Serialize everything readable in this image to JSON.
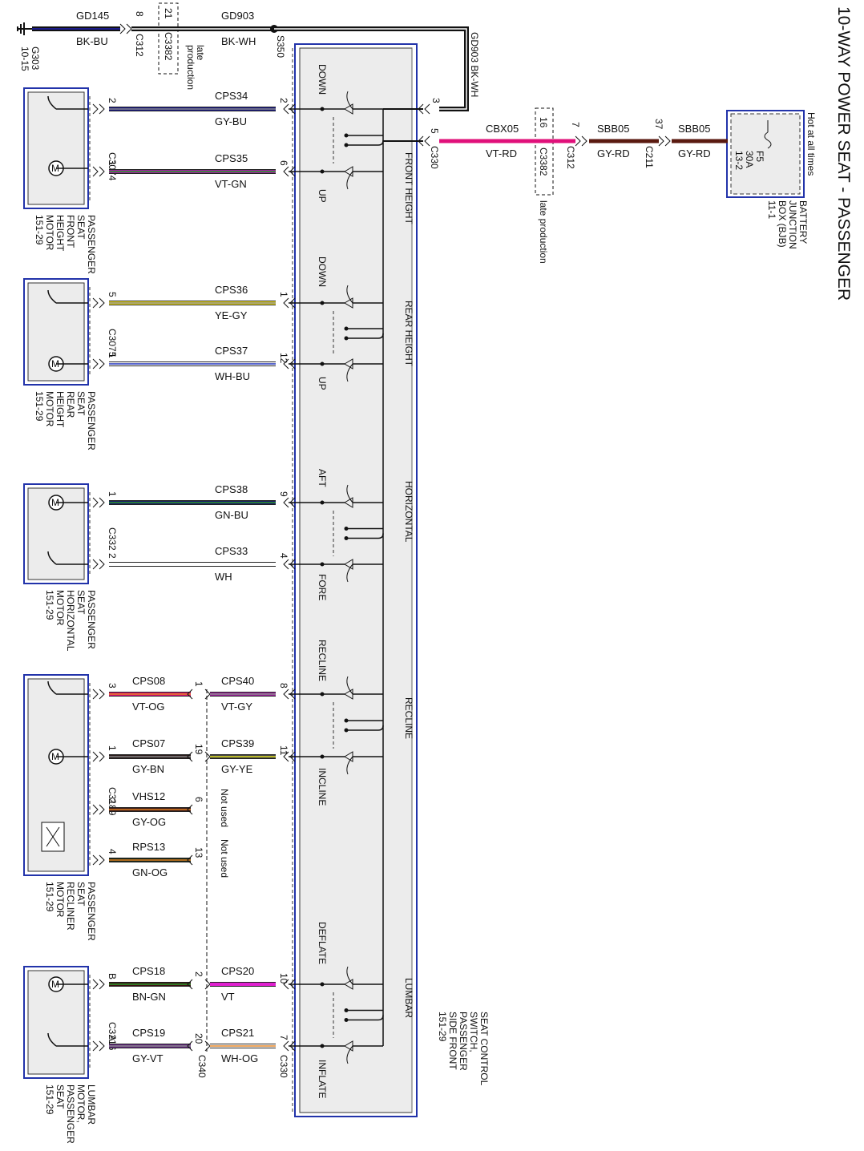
{
  "title": "10-WAY POWER SEAT - PASSENGER",
  "power": {
    "hot_label": "Hot at all times",
    "fuse": "F5",
    "fuse_rating": "30A",
    "fuse_ref": "13-2",
    "bjb": [
      "BATTERY",
      "JUNCTION",
      "BOX (BJB)",
      "11-1"
    ],
    "sbb_right": {
      "circuit": "SBB05",
      "color": "GY-RD"
    },
    "c211": {
      "name": "C211",
      "pin": "37"
    },
    "sbb_left": {
      "circuit": "SBB05",
      "color": "GY-RD"
    },
    "c312": {
      "name": "C312",
      "pin": "7"
    },
    "c3382": {
      "name": "C3382",
      "pin": "16",
      "note": "late production"
    },
    "cbx": {
      "circuit": "CBX05",
      "color": "VT-RD",
      "hex": "#e0107a"
    },
    "c330": {
      "name": "C330",
      "pin": "5"
    }
  },
  "ground": {
    "g303": "G303",
    "g303_ref": "10-15",
    "gd145": "GD145",
    "gd145_color": "BK-BU",
    "c312_pin": "8",
    "c312_name": "C312",
    "c3382_pin": "21",
    "c3382_name": "C3382",
    "late": [
      "late",
      "production"
    ],
    "gd903": "GD903",
    "gd903_color": "BK-WH",
    "s350": "S350",
    "vertical_label": "GD903  BK-WH",
    "switch_pin": "3"
  },
  "switch": {
    "labels": [
      "SEAT CONTROL",
      "SWITCH,",
      "PASSENGER",
      "SIDE FRONT",
      "151-29"
    ],
    "sections": [
      "FRONT HEIGHT",
      "REAR HEIGHT",
      "HORIZONTAL",
      "RECLINE",
      "LUMBAR"
    ],
    "positions": [
      "DOWN",
      "UP",
      "DOWN",
      "UP",
      "AFT",
      "FORE",
      "RECLINE",
      "INCLINE",
      "DEFLATE",
      "INFLATE"
    ]
  },
  "motors": [
    {
      "name": [
        "PASSENGER",
        "SEAT",
        "FRONT",
        "HEIGHT",
        "MOTOR",
        "151-29"
      ],
      "connector": "C3074"
    },
    {
      "name": [
        "PASSENGER",
        "SEAT",
        "REAR",
        "HEIGHT",
        "MOTOR",
        "151-29"
      ],
      "connector": "C3075"
    },
    {
      "name": [
        "PASSENGER",
        "SEAT",
        "HORIZONTAL",
        "MOTOR",
        "151-29"
      ],
      "connector": "C332"
    },
    {
      "name": [
        "PASSENGER",
        "SEAT",
        "RECLINER",
        "MOTOR",
        "151-29"
      ],
      "connector": "C3189"
    },
    {
      "name": [
        "LUMBAR",
        "MOTOR,",
        "PASSENGER",
        "SEAT",
        "151-29"
      ],
      "connector": "C3216"
    }
  ],
  "wires": [
    {
      "circuit": "CPS34",
      "color": "GY-BU",
      "motor_pin": "2",
      "switch_pin": "2",
      "c1": "#1c1c8c",
      "c2": "#888888"
    },
    {
      "circuit": "CPS35",
      "color": "VT-GN",
      "motor_pin": "1",
      "switch_pin": "6",
      "c1": "#a020a0",
      "c2": "#2a9a2a"
    },
    {
      "circuit": "CPS36",
      "color": "YE-GY",
      "motor_pin": "5",
      "switch_pin": "1",
      "c1": "#f0e020",
      "c2": "#888888"
    },
    {
      "circuit": "CPS37",
      "color": "WH-BU",
      "motor_pin": "1",
      "switch_pin": "12",
      "c1": "#ffffff",
      "c2": "#2233bb"
    },
    {
      "circuit": "CPS38",
      "color": "GN-BU",
      "motor_pin": "1",
      "switch_pin": "9",
      "c1": "#1a1a6a",
      "c2": "#2a9a2a"
    },
    {
      "circuit": "CPS33",
      "color": "WH",
      "motor_pin": "2",
      "switch_pin": "4",
      "c1": "#ffffff",
      "c2": "#ffffff"
    }
  ],
  "split_wires": [
    {
      "left_circuit": "CPS08",
      "left_color": "VT-OG",
      "motor_pin": "3",
      "mid_pin": "1",
      "right_circuit": "CPS40",
      "right_color": "VT-GY",
      "switch_pin": "8",
      "lc1": "#e0107a",
      "lc2": "#e08020",
      "rc1": "#a020a0",
      "rc2": "#888888",
      "not_used": ""
    },
    {
      "left_circuit": "CPS07",
      "left_color": "GY-BN",
      "motor_pin": "1",
      "mid_pin": "19",
      "right_circuit": "CPS39",
      "right_color": "GY-YE",
      "switch_pin": "11",
      "lc1": "#2a1a1a",
      "lc2": "#888888",
      "rc1": "#444444",
      "rc2": "#e0e020",
      "not_used": ""
    },
    {
      "left_circuit": "VHS12",
      "left_color": "GY-OG",
      "motor_pin": "2",
      "mid_pin": "6",
      "right_circuit": "",
      "right_color": "",
      "switch_pin": "",
      "lc1": "#3a1a1a",
      "lc2": "#e08020",
      "rc1": "",
      "rc2": "",
      "not_used": "Not used"
    },
    {
      "left_circuit": "RPS13",
      "left_color": "GN-OG",
      "motor_pin": "4",
      "mid_pin": "13",
      "right_circuit": "",
      "right_color": "",
      "switch_pin": "",
      "lc1": "#1a2a1a",
      "lc2": "#e08020",
      "rc1": "",
      "rc2": "",
      "not_used": "Not used"
    },
    {
      "left_circuit": "CPS18",
      "left_color": "BN-GN",
      "motor_pin": "B",
      "mid_pin": "2",
      "right_circuit": "CPS20",
      "right_color": "VT",
      "switch_pin": "10",
      "lc1": "#3a1010",
      "lc2": "#2a9a2a",
      "rc1": "#e020d0",
      "rc2": "#e020d0",
      "not_used": ""
    },
    {
      "left_circuit": "CPS19",
      "left_color": "GY-VT",
      "motor_pin": "A",
      "mid_pin": "20",
      "right_circuit": "CPS21",
      "right_color": "WH-OG",
      "switch_pin": "7",
      "lc1": "#6a2a8a",
      "lc2": "#888888",
      "rc1": "#ffffff",
      "rc2": "#e08020",
      "not_used": ""
    }
  ],
  "connectors_bottom": {
    "c340": "C340",
    "c330": "C330"
  }
}
